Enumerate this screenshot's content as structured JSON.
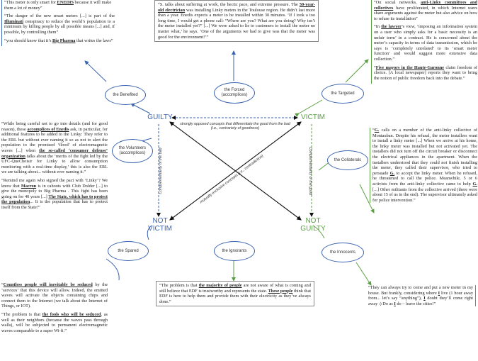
{
  "corners": {
    "guilty": "GUILTY",
    "victim": "VICTIM",
    "not": "NOT",
    "victim2": "VICTIM",
    "guilty2": "GUILTY"
  },
  "labels": {
    "top": "strongly opposed concepts that differentiate the good from the bad (i.e., contrariety of goodness)",
    "left": "Complementarity of the bad",
    "right": "Complementarity of the good",
    "diag": "mutually exclusive concepts (i.e., contradiction)"
  },
  "roles": {
    "benefited": "the Benefited",
    "forced": "the Forced (accomplices)",
    "targeted": "the Targeted",
    "volunteers": "the Volunteers (accomplices)",
    "collaterals": "the Collaterals",
    "spared": "the Spared",
    "ignorants": "the Ignorants",
    "innocents": "the Innocents"
  },
  "quotes": {
    "benefited": [
      {
        "a": "“This meter is only smart for ",
        "b": "ENEDIS",
        "c": " because it will make them a lot of money”"
      },
      {
        "a": "“The danger of the new smart meters [...] is part of the ",
        "b": "Illuminati",
        "c": " conspiracy to reduce the world’s population to a minimum by killing people by all possible means [...] and, if possible, by controlling them”"
      },
      {
        "a": "“you should know that it’s ",
        "b": "Big Pharma",
        "c": " that writes the laws”"
      }
    ],
    "forced": [
      {
        "a": "“S. talks about suffering at work, the hectic pace, and extreme pressure. The ",
        "b": "50-year-old electrician",
        "c": " was installing Linky meters in the Toulouse region. He didn’t last more than a year. Enedis expects a meter to be installed within 30 minutes. ‘If I took a too long time, I would get a phone call: “Where are you? What are you doing? Why isn’t the meter installed yet?” [...] We were asked to lie to customers to install the meter no matter what,’ he says. ‘One of the arguments we had to give was that the meter was good for the environment!’”"
      }
    ],
    "targeted": [
      {
        "a": "“On social networks, ",
        "b": "anti-Linky committees and collectives",
        "c": " have proliferated, in which Internet users share arguments against the meter but also advice on how to refuse its installation”"
      },
      {
        "a": "“In ",
        "b": "the lawyer",
        "c": "’s view, ‘imposing an information system on a user who simply asks for a basic necessity is an unfair term’ in a contract. He is concerned about the meter’s capacity in terms of data transmission, which he says is ‘completely unrelated’ to its ‘smart meter function’ and would suggest more extensive data collection.”"
      },
      {
        "a": "“",
        "b": "Five mayors in the Haute-Garonne",
        "c": " claim freedom of choice. [A local newspaper] reports they want to bring the notion of public freedom back into the debate.”"
      }
    ],
    "volunteers": [
      {
        "a": "“While being careful not to go into details (and for good reason), these ",
        "b": "accomplices of Enedis",
        "c": " ask, in particular, for additional features to be added to the Linky: They refer to the ERL but without ever naming it so as not to alert the population to the promised ‘flood’ of electromagnetic waves [...] when ",
        "d": "the so-called ‘consumer defense’ organization",
        "e": " talks about the ‘merits of the fight led by the UFC-QueChoisir for Linky to allow consumption monitoring with a real-time display,’ this is also the ERL we are talking about... without ever naming it.”"
      },
      {
        "a": "“Remind me again who signed the pact with ‘Linky’? We know that ",
        "b": "Macron",
        "c": " is in cahoots with Club Dolder [...] to give the monopoly to Big Pharma . This fight has been going on for 40 years [...] ",
        "d": "The State, which has to protect the population",
        "e": "... It is the population that has to protect itself from the State!”"
      }
    ],
    "collaterals": [
      {
        "a": "“",
        "b": "G.",
        "c": " calls on a member of the anti-linky collective of Montauban. Despite his refusal, the meter installers want to install a linky meter [...] When we arrive at his home, the linky meter was installed but not activated yet. The installers did not turn off the circuit breaker or disconnect the electrical appliances in the apartment. When the installers understood that they could not finish installing the meter, they called their supervisor, who tried to persuade ",
        "d": "G.",
        "e": " to accept the linky meter. When he refused, he threatened to call the police. Meanwhile, 5 or 6 activists from the anti-linky collective came to help ",
        "f": "G.",
        "g": " [...] Other militants from the collective arrived (there were about 15 of us in the end). The supervisor ultimately asked for police intervention.”"
      }
    ],
    "spared": [
      {
        "a": "“",
        "b": "Countless people will inevitably be seduced",
        "c": " by the ‘services’ that this device will allow. Indeed, the emitted waves will activate the objects containing chips and connect them to the Internet (we talk about the Internet of Things, or IOT)."
      },
      {
        "a": "“The problem is that ",
        "b": "the fools who will be seduced",
        "c": ", as well as their neighbors (because the waves pass through walls), will be subjected to permanent electromagnetic waves comparable to a super Wi-fi.”"
      }
    ],
    "ignorants": [
      {
        "a": "“The problem is that ",
        "b": "the majority of people",
        "c": " are not aware of what is coming and still believe that EDF is trustworthy and represents the state. ",
        "d": "These people",
        "e": " think that EDF is here to help them and provide them with their electricity as they’ve always done.”"
      }
    ],
    "innocents": [
      {
        "a": "“They can always try to come and put a new meter in my house. But frankly, considering where ",
        "b": "I",
        "c": " live (1 hour away from... let’s say “anything”), ",
        "d": "I",
        "e": " doubt they’ll come right away :) Do as ",
        "f": "I",
        "g": " do – leave the cities!”"
      }
    ]
  }
}
